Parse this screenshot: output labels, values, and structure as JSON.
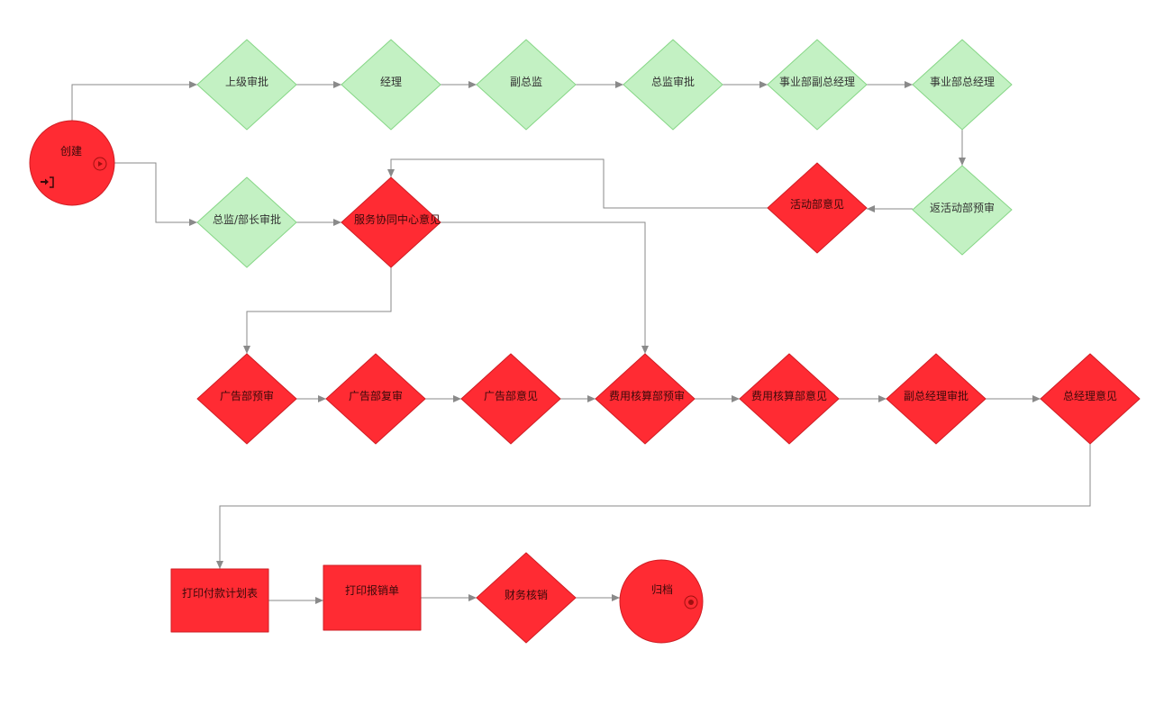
{
  "nodes": {
    "start": "创建",
    "superior_approval": "上级审批",
    "manager": "经理",
    "deputy_director": "副总监",
    "director_approval": "总监审批",
    "division_deputy_gm": "事业部副总经理",
    "division_gm": "事业部总经理",
    "director_minister_approval": "总监/部长审批",
    "service_center_opinion": "服务协同中心意见",
    "activity_dept_opinion": "活动部意见",
    "return_activity_pre_review": "返活动部预审",
    "ad_pre_review": "广告部预审",
    "ad_re_review": "广告部复审",
    "ad_opinion": "广告部意见",
    "cost_pre_review": "费用核算部预审",
    "cost_opinion": "费用核算部意见",
    "deputy_gm_approval": "副总经理审批",
    "gm_opinion": "总经理意见",
    "print_payment_plan": "打印付款计划表",
    "print_reimbursement": "打印报销单",
    "finance_writeoff": "财务核销",
    "archive": "归档"
  },
  "colors": {
    "green_fill": "#c3f1c3",
    "green_stroke": "#86d686",
    "red_fill": "#ff2b33",
    "red_stroke": "#cf1d23",
    "edge": "#8a8a8a",
    "green_label": "#333333",
    "red_label": "#3b0a0a",
    "icon": "#a01010"
  },
  "icons": {
    "start_entry": "enter-icon",
    "start_run": "play-icon",
    "end_stop": "stop-icon"
  }
}
